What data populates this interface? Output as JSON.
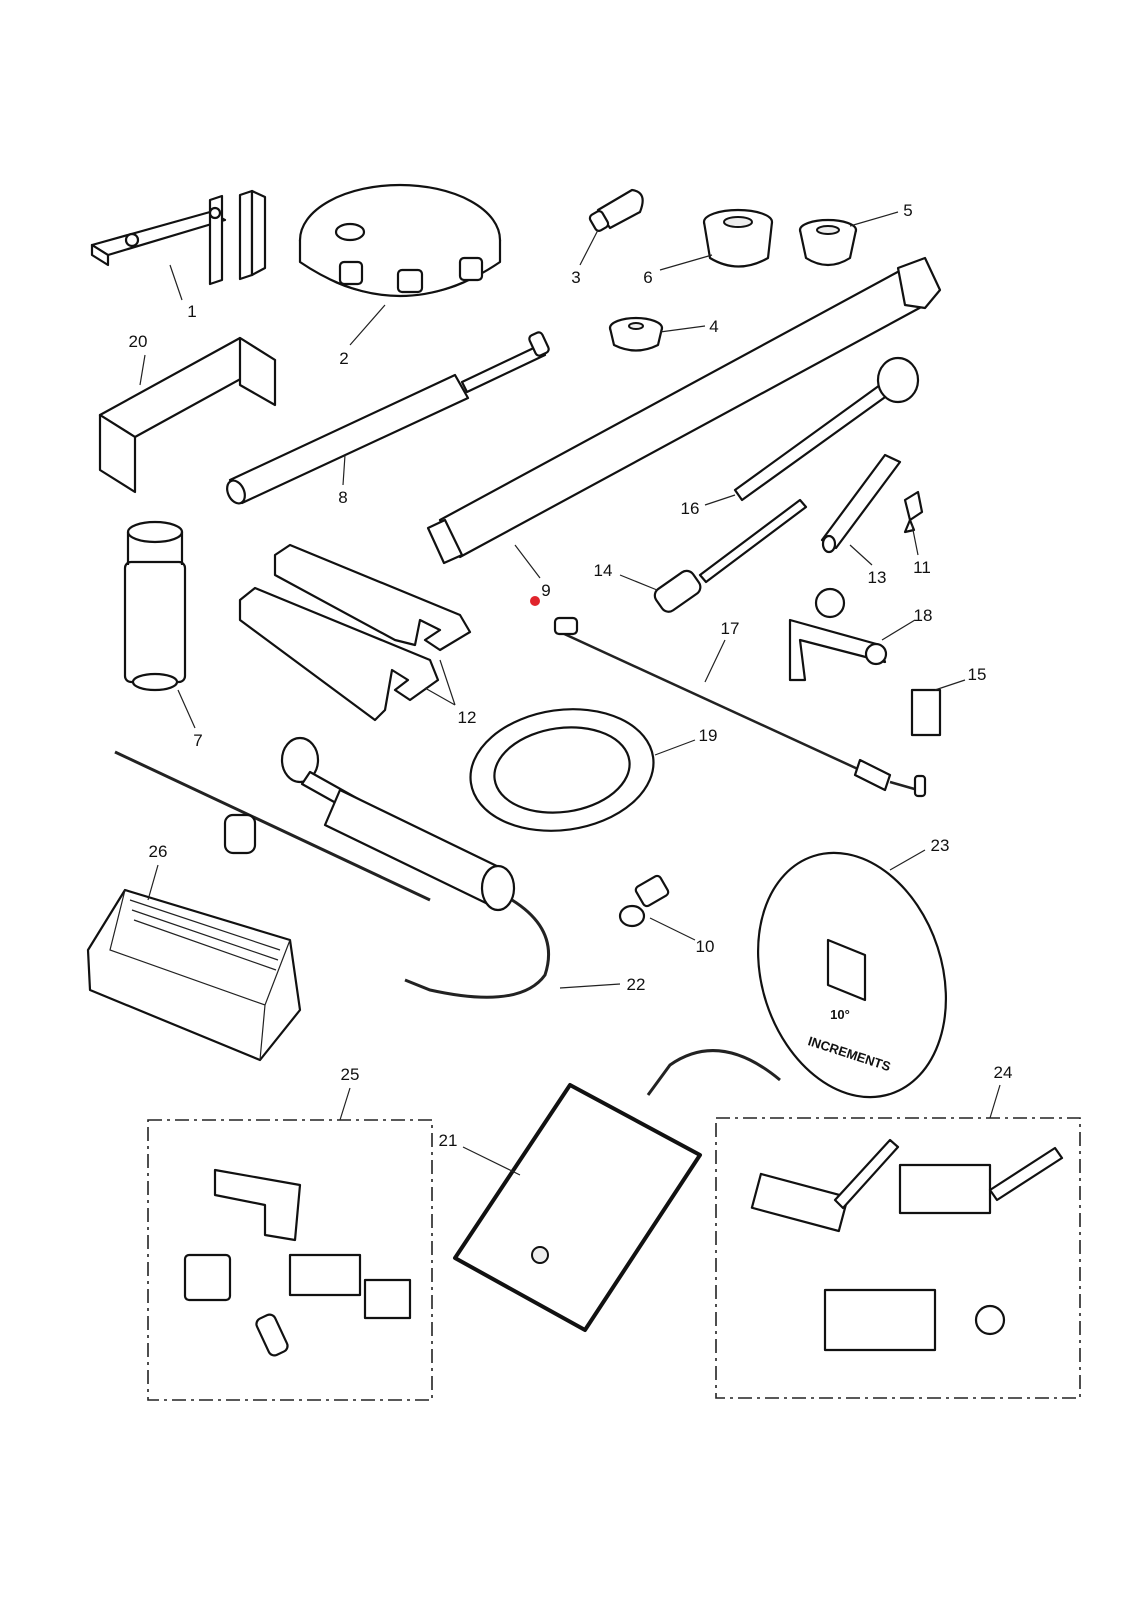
{
  "diagram": {
    "callouts": [
      "1",
      "2",
      "3",
      "4",
      "5",
      "6",
      "7",
      "8",
      "9",
      "10",
      "11",
      "12",
      "13",
      "14",
      "15",
      "16",
      "17",
      "18",
      "19",
      "20",
      "21",
      "22",
      "23",
      "24",
      "25",
      "26"
    ],
    "dial_text": {
      "line1": "10°",
      "line2": "INCREMENTS"
    },
    "marker_color": "#e0242c"
  }
}
